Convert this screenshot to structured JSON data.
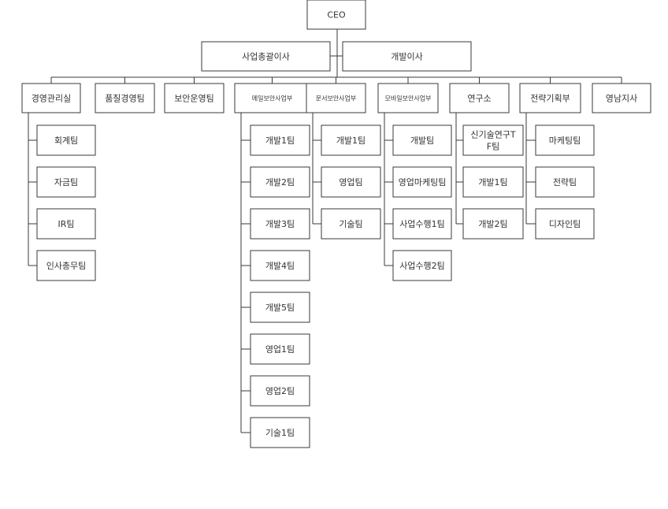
{
  "org": {
    "ceo": "CEO",
    "executives": [
      "사업총괄이사",
      "개발이사"
    ],
    "divisions": [
      {
        "name": "경영관리실",
        "teams": [
          "회계팀",
          "자금팀",
          "IR팀",
          "인사총무팀"
        ]
      },
      {
        "name": "품질경영팀",
        "teams": []
      },
      {
        "name": "보안운영팀",
        "teams": []
      },
      {
        "name": "메일보안사업부",
        "teams": [
          "개발1팀",
          "개발2팀",
          "개발3팀",
          "개발4팀",
          "개발5팀",
          "영업1팀",
          "영업2팀",
          "기술1팀"
        ]
      },
      {
        "name": "문서보안사업부",
        "teams": [
          "개발1팀",
          "영업팀",
          "기술팀"
        ]
      },
      {
        "name": "모바일보안사업부",
        "teams": [
          "개발팀",
          "영업마케팅팀",
          "사업수행1팀",
          "사업수행2팀"
        ]
      },
      {
        "name": "연구소",
        "teams": [
          "신기술연구TF팀",
          "개발1팀",
          "개발2팀"
        ]
      },
      {
        "name": "전략기획부",
        "teams": [
          "마케팅팀",
          "전략팀",
          "디자인팀"
        ]
      },
      {
        "name": "영남지사",
        "teams": []
      }
    ]
  }
}
